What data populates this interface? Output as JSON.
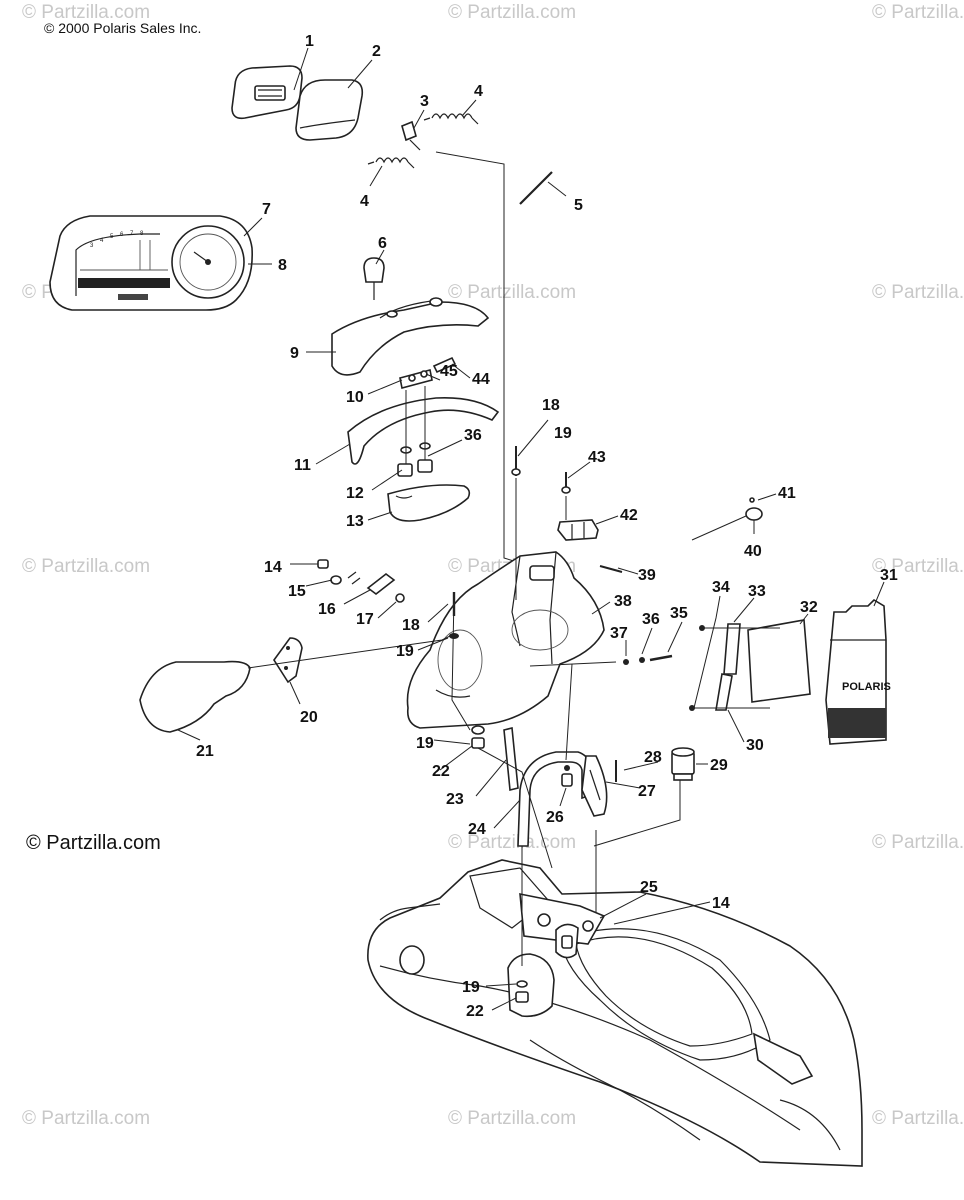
{
  "copyright_top": "© 2000 Polaris Sales Inc.",
  "copyright_bottom": "© Partzilla.com",
  "watermark": "© Partzilla.com",
  "brand_label": "POLARIS",
  "gauge_numbers": [
    "3",
    "4",
    "5",
    "6",
    "7",
    "8"
  ],
  "callouts": [
    "1",
    "2",
    "3",
    "4",
    "4",
    "5",
    "6",
    "7",
    "8",
    "9",
    "10",
    "11",
    "12",
    "13",
    "14",
    "15",
    "16",
    "17",
    "18",
    "18",
    "19",
    "19",
    "19",
    "19",
    "20",
    "21",
    "22",
    "22",
    "23",
    "24",
    "25",
    "26",
    "27",
    "28",
    "29",
    "30",
    "31",
    "32",
    "33",
    "34",
    "35",
    "36",
    "36",
    "37",
    "38",
    "39",
    "40",
    "41",
    "42",
    "43",
    "44",
    "45",
    "14"
  ]
}
